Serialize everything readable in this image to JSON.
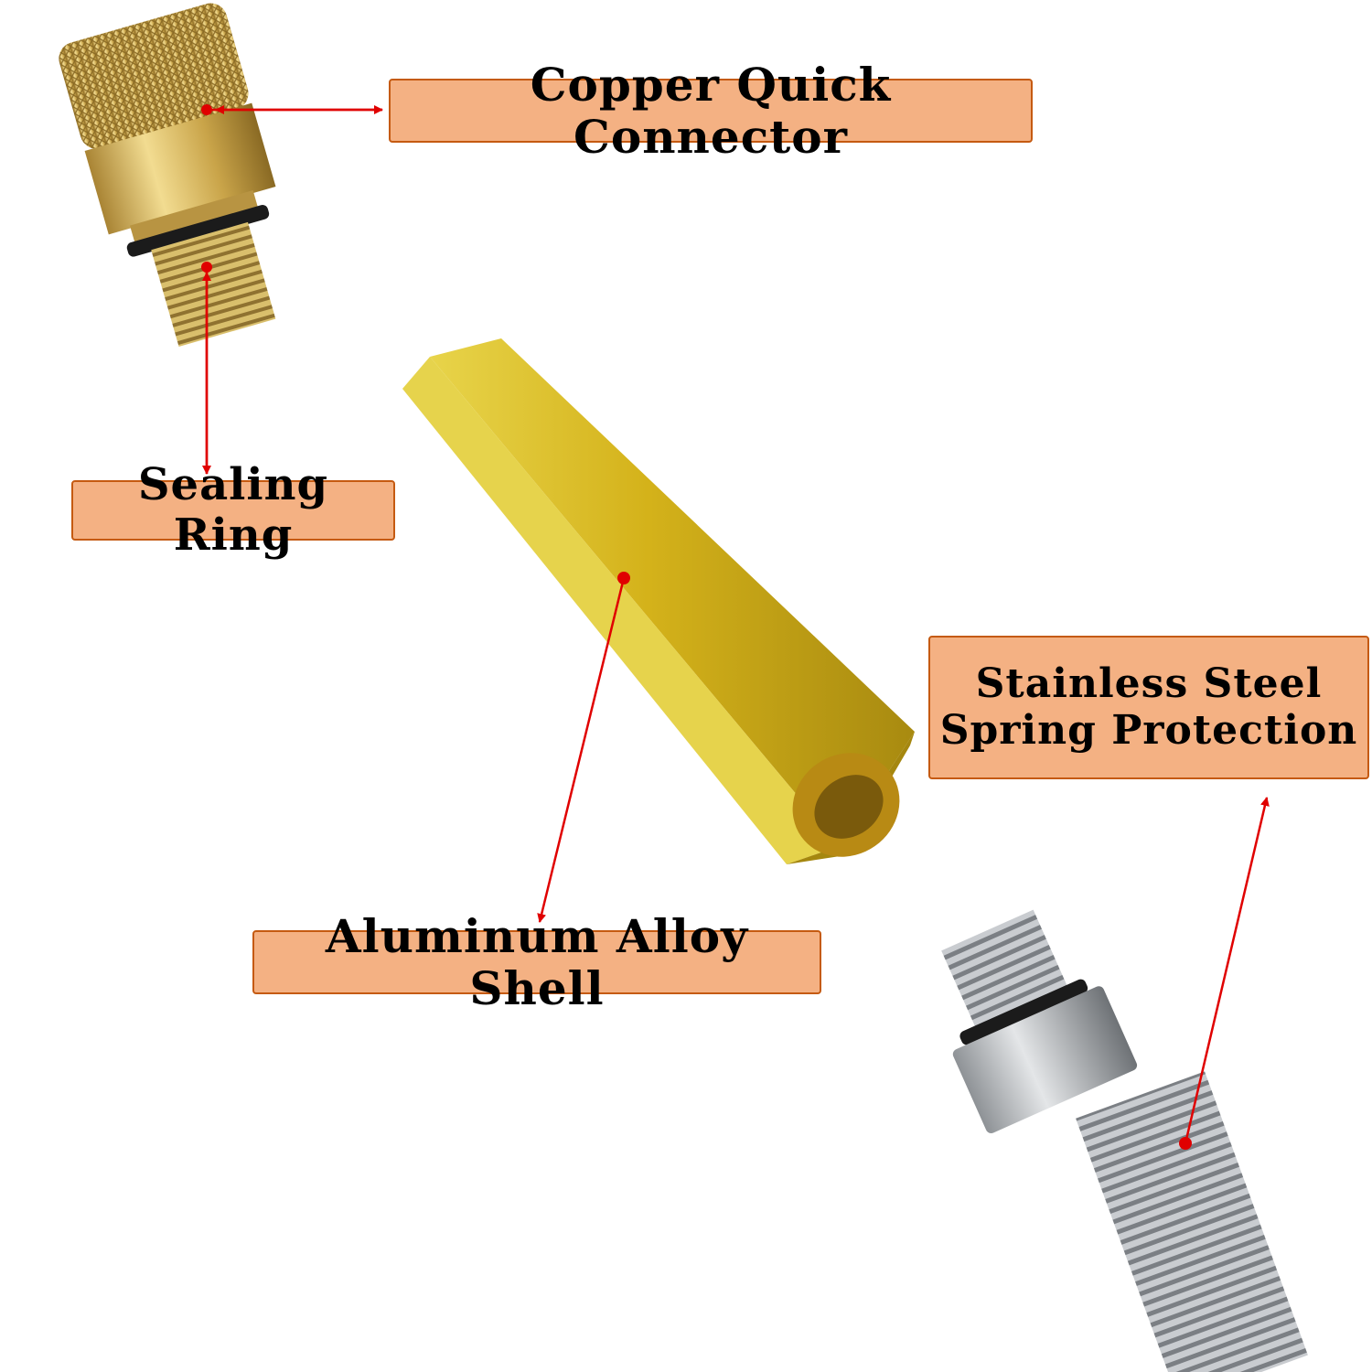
{
  "labels": {
    "copper_connector": "Copper Quick Connector",
    "sealing_ring": "Sealing Ring",
    "aluminum_shell": "Aluminum Alloy Shell",
    "stainless_line1": "Stainless Steel",
    "stainless_line2": "Spring Protection"
  },
  "colors": {
    "label_fill": "#f4b183",
    "label_border": "#c55a11",
    "arrow": "#e00000",
    "brass": "#c9a449",
    "gold_shell": "#d8b81c",
    "steel": "#b9bcc0"
  },
  "icons": [
    "brass-quick-connector-icon",
    "o-ring-icon",
    "hex-aluminum-shell-icon",
    "steel-fitting-icon",
    "spring-hose-icon"
  ]
}
